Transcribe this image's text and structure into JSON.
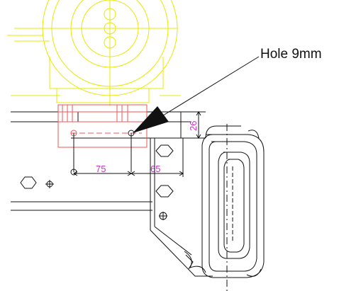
{
  "drawing": {
    "callout_label": "Hole 9mm",
    "dimensions": {
      "horizontal_left": "75",
      "horizontal_right": "65",
      "vertical": "26"
    }
  },
  "colors": {
    "line": "#111111",
    "motor": "#e8e800",
    "bracket": "#ee5555",
    "dimension": "#cc33cc",
    "background": "#ffffff"
  }
}
